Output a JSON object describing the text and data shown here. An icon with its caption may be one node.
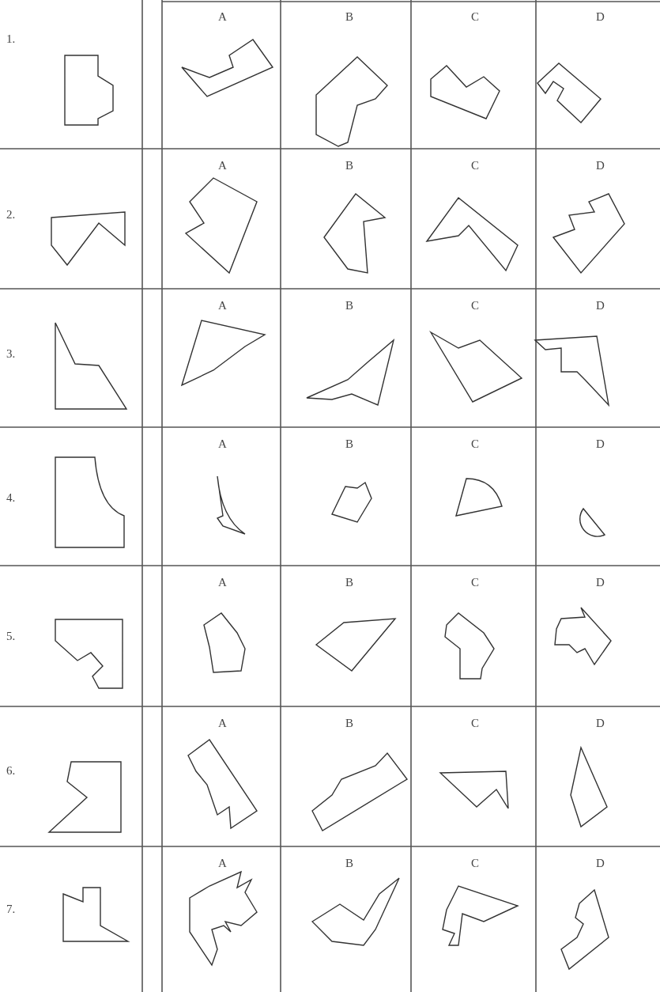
{
  "diagram": {
    "nodes": [
      {
        "text": [],
        "shape": "polygon"
      },
      {
        "text": [],
        "shape": "polygon"
      },
      {
        "text": [],
        "shape": "polygon"
      },
      {
        "text": [],
        "shape": "polygon"
      },
      {
        "text": [],
        "shape": "polygon"
      },
      {
        "text": [],
        "shape": "polygon"
      },
      {
        "text": [],
        "shape": "polygon"
      },
      {
        "text": [],
        "shape": "polygon"
      },
      {
        "text": [],
        "shape": "polygon"
      },
      {
        "text": [],
        "shape": "polygon"
      },
      {
        "text": [],
        "shape": "polygon"
      },
      {
        "text": [],
        "shape": "polygon"
      },
      {
        "text": [],
        "shape": "polygon"
      },
      {
        "text": [],
        "shape": "polygon"
      },
      {
        "text": [],
        "shape": "polygon"
      },
      {
        "text": [],
        "shape": "polygon"
      },
      {
        "text": [],
        "shape": "polygon"
      },
      {
        "text": [],
        "shape": "polygon"
      },
      {
        "text": [],
        "shape": "polygon"
      },
      {
        "text": [],
        "shape": "polygon"
      },
      {
        "text": [],
        "shape": "polygon"
      },
      {
        "text": [],
        "shape": "polygon"
      },
      {
        "text": [],
        "shape": "polygon"
      },
      {
        "text": [],
        "shape": "polygon"
      },
      {
        "text": [],
        "shape": "polygon"
      },
      {
        "text": [],
        "shape": "polygon"
      },
      {
        "text": [],
        "shape": "polygon"
      },
      {
        "text": [],
        "shape": "polygon"
      },
      {
        "text": [],
        "shape": "polygon"
      },
      {
        "text": [],
        "shape": "polygon"
      },
      {
        "text": [],
        "shape": "polygon"
      },
      {
        "text": [],
        "shape": "polygon"
      },
      {
        "text": [],
        "shape": "polygon"
      },
      {
        "text": [],
        "shape": "polygon"
      },
      {
        "text": [],
        "shape": "polygon"
      }
    ],
    "labels": [
      "1.",
      "A",
      "B",
      "C",
      "D",
      "2.",
      "A",
      "B",
      "C",
      "D",
      "3.",
      "A",
      "B",
      "C",
      "D",
      "4.",
      "A",
      "B",
      "C",
      "D",
      "5.",
      "A",
      "B",
      "C",
      "D",
      "6.",
      "A",
      "B",
      "C",
      "D",
      "7.",
      "A",
      "B",
      "C",
      "D"
    ]
  }
}
